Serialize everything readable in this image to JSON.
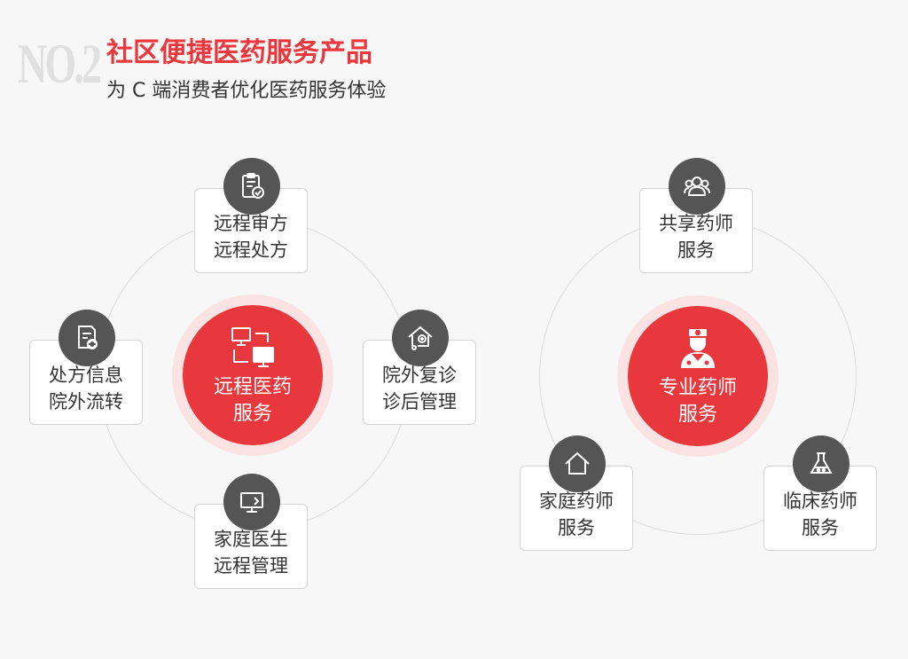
{
  "header": {
    "number": "NO.2",
    "title": "社区便捷医药服务产品",
    "subtitle": "为 C 端消费者优化医药服务体验"
  },
  "colors": {
    "accent": "#e8383d",
    "halo": "#fbe3e3",
    "badge": "#555555",
    "text": "#333333"
  },
  "left_group": {
    "center": {
      "icon": "remote-devices-icon",
      "line1": "远程医药",
      "line2": "服务"
    },
    "cards": [
      {
        "icon": "prescription-check-icon",
        "line1": "远程审方",
        "line2": "远程处方"
      },
      {
        "icon": "document-refresh-icon",
        "line1": "处方信息",
        "line2": "院外流转"
      },
      {
        "icon": "home-stethoscope-icon",
        "line1": "院外复诊",
        "line2": "诊后管理"
      },
      {
        "icon": "monitor-icon",
        "line1": "家庭医生",
        "line2": "远程管理"
      }
    ]
  },
  "right_group": {
    "center": {
      "icon": "doctor-icon",
      "line1": "专业药师",
      "line2": "服务"
    },
    "cards": [
      {
        "icon": "group-icon",
        "line1": "共享药师",
        "line2": "服务"
      },
      {
        "icon": "house-icon",
        "line1": "家庭药师",
        "line2": "服务"
      },
      {
        "icon": "flask-icon",
        "line1": "临床药师",
        "line2": "服务"
      }
    ]
  }
}
